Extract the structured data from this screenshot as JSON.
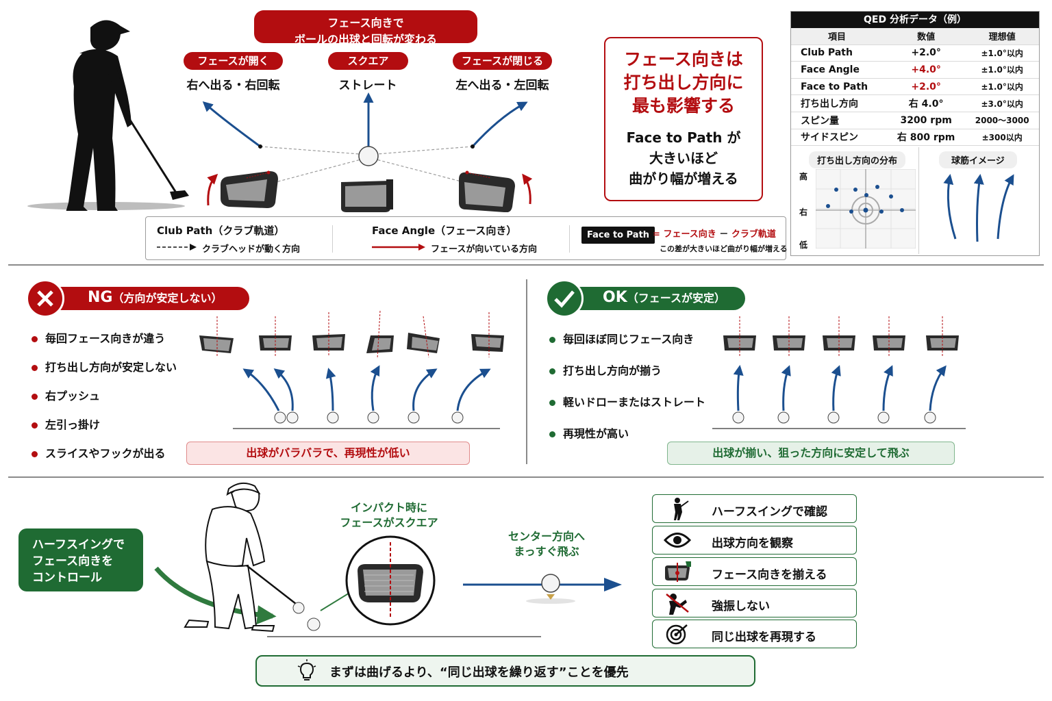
{
  "face_section": {
    "banner": [
      "フェース向きで",
      "ボールの出球と回転が変わる"
    ],
    "cases": [
      {
        "tag": "フェースが開く",
        "result": "右へ出る・右回転"
      },
      {
        "tag": "スクエア",
        "result": "ストレート"
      },
      {
        "tag": "フェースが閉じる",
        "result": "左へ出る・左回転"
      }
    ],
    "legend": {
      "path_title": "Club Path（クラブ軌道）",
      "path_desc": "クラブヘッドが動く方向",
      "angle_title": "Face Angle（フェース向き）",
      "angle_desc": "フェースが向いている方向",
      "ftp_badge": "Face to Path",
      "ftp_eq": "=",
      "ftp_formula_a": "フェース向き",
      "ftp_minus": "－",
      "ftp_formula_b": "クラブ軌道",
      "ftp_note": "この差が大きいほど曲がり幅が増える"
    }
  },
  "callout": {
    "headline": [
      "フェース向きは",
      "打ち出し方向に",
      "最も影響する"
    ],
    "sub": [
      "Face to Path が",
      "大きいほど",
      "曲がり幅が増える"
    ]
  },
  "qed": {
    "title": "QED 分析データ（例）",
    "columns": [
      "項目",
      "数値",
      "理想値"
    ],
    "rows": [
      {
        "item": "Club Path",
        "value": "+2.0°",
        "ideal": "±1.0°以内",
        "alert": false
      },
      {
        "item": "Face Angle",
        "value": "+4.0°",
        "ideal": "±1.0°以内",
        "alert": true
      },
      {
        "item": "Face to Path",
        "value": "+2.0°",
        "ideal": "±1.0°以内",
        "alert": true
      },
      {
        "item": "打ち出し方向",
        "value": "右 4.0°",
        "ideal": "±3.0°以内",
        "alert": false
      },
      {
        "item": "スピン量",
        "value": "3200 rpm",
        "ideal": "2000〜3000",
        "alert": false
      },
      {
        "item": "サイドスピン",
        "value": "右 800 rpm",
        "ideal": "±300以内",
        "alert": false
      }
    ],
    "dispersion_title": "打ち出し方向の分布",
    "axis_high": "高",
    "axis_right": "右",
    "axis_low": "低",
    "flight_title": "球筋イメージ"
  },
  "ng": {
    "title": "NG",
    "subtitle": "（方向が安定しない）",
    "bullets": [
      "毎回フェース向きが違う",
      "打ち出し方向が安定しない",
      "右プッシュ",
      "左引っ掛け",
      "スライスやフックが出る"
    ],
    "summary": "出球がバラバラで、再現性が低い"
  },
  "ok": {
    "title": "OK",
    "subtitle": "（フェースが安定）",
    "bullets": [
      "毎回ほぼ同じフェース向き",
      "打ち出し方向が揃う",
      "軽いドローまたはストレート",
      "再現性が高い"
    ],
    "summary": "出球が揃い、狙った方向に安定して飛ぶ"
  },
  "practice": {
    "label": [
      "ハーフスイングで",
      "フェース向きを",
      "コントロール"
    ],
    "impact": [
      "インパクト時に",
      "フェースがスクエア"
    ],
    "center": [
      "センター方向へ",
      "まっすぐ飛ぶ"
    ],
    "steps": [
      {
        "label": "ハーフスイングで確認",
        "icon": "golfer-icon"
      },
      {
        "label": "出球方向を観察",
        "icon": "eye-icon"
      },
      {
        "label": "フェース向きを揃える",
        "icon": "clubface-icon"
      },
      {
        "label": "強振しない",
        "icon": "no-power-swing-icon"
      },
      {
        "label": "同じ出球を再現する",
        "icon": "target-icon"
      }
    ],
    "tip": "まずは曲げるより、“同じ出球を繰り返す”ことを優先"
  },
  "colors": {
    "red": "#b30d10",
    "green": "#1f6b33",
    "blue": "#1b4f8f"
  }
}
